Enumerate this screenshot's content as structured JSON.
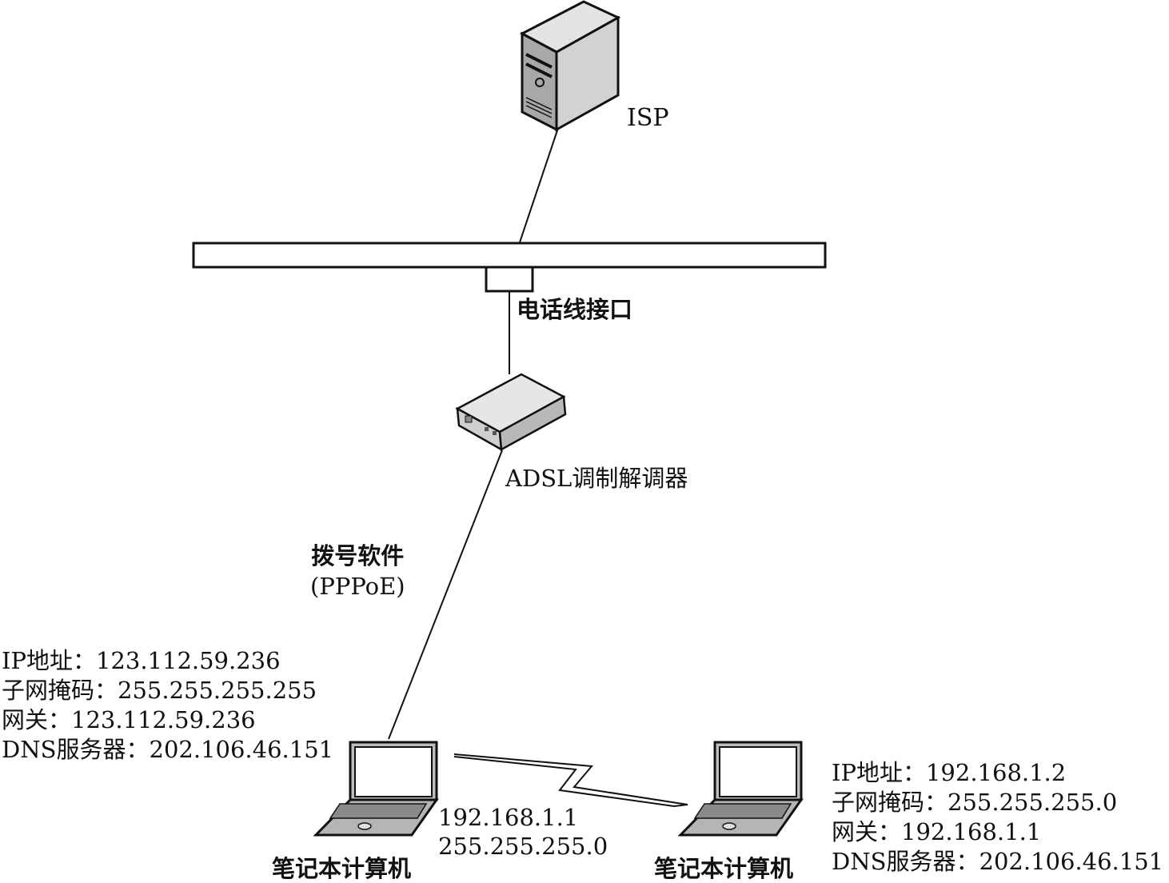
{
  "isp": {
    "label": "ISP"
  },
  "phone_line": {
    "label": "电话线接口"
  },
  "modem": {
    "label": "ADSL调制解调器"
  },
  "dialer": {
    "line1": "拨号软件",
    "line2": "(PPPoE)"
  },
  "laptop_left": {
    "config": {
      "ip": "IP地址：123.112.59.236",
      "mask": "子网掩码：255.255.255.255",
      "gateway": "网关：123.112.59.236",
      "dns": "DNS服务器：202.106.46.151"
    },
    "lan": {
      "ip": "192.168.1.1",
      "mask": "255.255.255.0"
    },
    "label": "笔记本计算机"
  },
  "laptop_right": {
    "config": {
      "ip": "IP地址：192.168.1.2",
      "mask": "子网掩码：255.255.255.0",
      "gateway": "网关：192.168.1.1",
      "dns": "DNS服务器：202.106.46.151"
    },
    "label": "笔记本计算机"
  }
}
